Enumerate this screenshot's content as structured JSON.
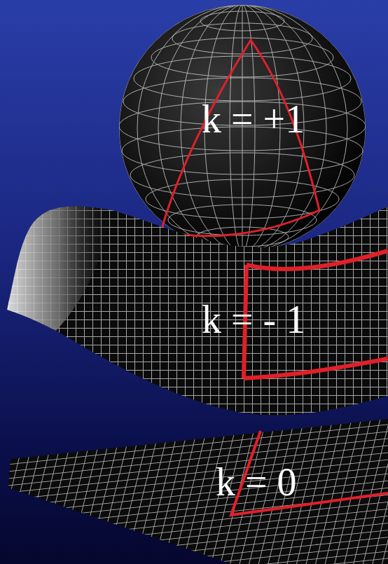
{
  "diagram": {
    "labels": [
      "k = +1",
      "k = - 1",
      "k = 0"
    ]
  }
}
